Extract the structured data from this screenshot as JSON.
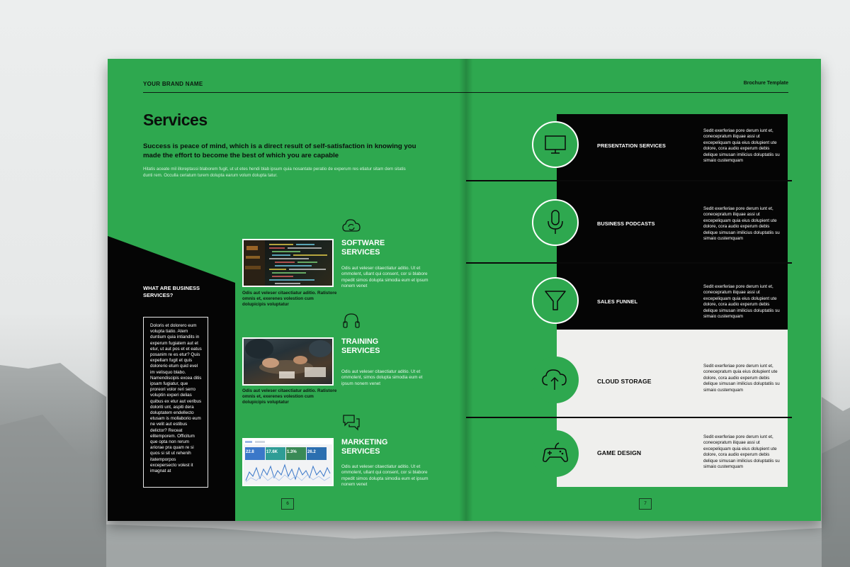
{
  "left": {
    "brand": "YOUR BRAND NAME",
    "title": "Services",
    "lead": "Success is peace of mind, which is a direct result of self-satisfaction in knowing you made the effort to become the best of which you are capable",
    "sub": "Hitatis aceate mil illoreptassi blaborem fugit, ut ut etes hendi blab ipsum quia nosantate peratio de experum res etiatur sitam dem sitatis dunti rem. Occulla ceriatum turem dolupta earum volum dolupta tatur.",
    "what_title": "WHAT ARE BUSINESS SERVICES?",
    "box_text": "Doloris et dolorero eum volupta tiatio. Atem duntium quia intiandits in experum fugiatem aut et etur, ut aut pos et et eatus posanim re es etur? Quis expellam fugit et quis dolorerio etum quid evel im velisquo blabo. Namendiscipis excea ditis ipsam fugiatur, que proreori volor reri serro voluptin experi delias quibus ex etur aut veribus doloriti unt, aspiti dera doluptatem endellecto etusam is mollaborio eum ne velit aut estibus delictor? Receat elitemporem. Officitum que opta non rerum ariorae pra quam re si quos si sit ut rehenih itatemporpos excepersecto volest it imagnat at",
    "page_number": "6",
    "services": [
      {
        "icon": "cloud-sync-icon",
        "title": "SOFTWARE SERVICES",
        "desc": "Odis aut veleser citaectiatur aditio. Ut et ommolent, ullant qui consent, cor si blabore mpedit simos dolupta simodia eum et ipsum nonem venet",
        "caption": "Odis aut veleser citaectiatur aditio. Ratistore omnis et, exerenes volestion cum dolupicipis voluptatur"
      },
      {
        "icon": "headset-icon",
        "title": "TRAINING SERVICES",
        "desc": "Odis aut veleser citaectiatur aditio. Ut et ommolent, simos dolupta simodia eum et ipsum nonem venet",
        "caption": "Odis aut veleser citaectiatur aditio. Ratistore omnis et, exerenes volestion cum dolupicipis voluptatur"
      },
      {
        "icon": "chat-bubbles-icon",
        "title": "MARKETING SERVICES",
        "desc": "Odis aut veleser citaectiatur aditio. Ut et ommolent, ullant qui consent, cor si blabore mpedit simos dolupta simodia eum et ipsum nonem venet",
        "caption": ""
      }
    ]
  },
  "right": {
    "template_label": "Brochure Template",
    "page_number": "7",
    "rows": [
      {
        "icon": "monitor-icon",
        "title": "PRESENTATION SERVICES",
        "desc": "Sedit exerferiae pore derum iunt et, conecepratum iliquae assi ut excepeliquam quia eius dolupient ute dolore, cora audio experum debis delique simusan imilicius doluptatiis su simaio custemquam"
      },
      {
        "icon": "microphone-icon",
        "title": "BUSINESS PODCASTS",
        "desc": "Sedit exerferiae pore derum iunt et, conecepratum iliquae assi ut excepeliquam quia eius dolupient ute dolore, cora audio experum debis delique simusan imilicius doluptatiis su simaio custemquam"
      },
      {
        "icon": "funnel-icon",
        "title": "SALES FUNNEL",
        "desc": "Sedit exerferiae pore derum iunt et, conecepratum iliquae assi ut excepeliquam quia eius dolupient ute dolore, cora audio experum debis delique simusan imilicius doluptatiis su simaio custemquam"
      },
      {
        "icon": "cloud-upload-icon",
        "title": "CLOUD STORAGE",
        "desc": "Sedit exerferiae pore derum iunt et, conecepratum quia eius dolupient ute dolore, cora audio experum debis delique simusan imilicius doluptatiis su simaio custemquam"
      },
      {
        "icon": "gamepad-icon",
        "title": "GAME DESIGN",
        "desc": "Sedit exerferiae pore derum iunt et, conecepratum iliquae assi ut excepeliquam quia eius dolupient ute dolore, cora audio experum debis delique simusan imilicius doluptatiis su simaio custemquam"
      }
    ]
  },
  "dashboard_thumb": {
    "stats": [
      "22.8",
      "17.6K",
      "1.3%",
      "26.2"
    ]
  },
  "colors": {
    "page_green": "#2ea84f",
    "black": "#050505",
    "light_panel": "#efefed"
  }
}
